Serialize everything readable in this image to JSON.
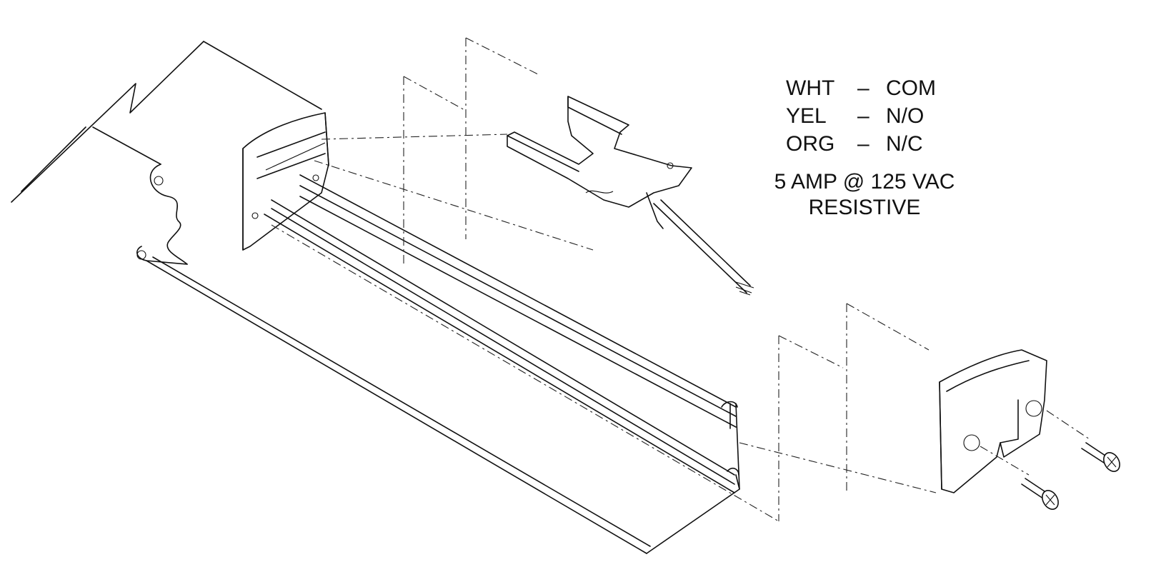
{
  "wiring": [
    {
      "code": "WHT",
      "dash": "–",
      "function": "COM"
    },
    {
      "code": "YEL",
      "dash": "–",
      "function": "N/O"
    },
    {
      "code": "ORG",
      "dash": "–",
      "function": "N/C"
    }
  ],
  "rating": {
    "line1": "5 AMP @ 125 VAC",
    "line2": "RESISTIVE"
  }
}
